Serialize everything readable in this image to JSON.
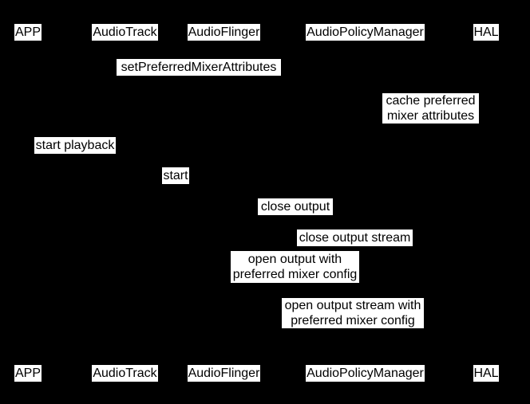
{
  "colors": {
    "background": "#000000",
    "label_background": "#ffffff",
    "label_text": "#000000"
  },
  "participants": [
    {
      "label": "APP"
    },
    {
      "label": "AudioTrack"
    },
    {
      "label": "AudioFlinger"
    },
    {
      "label": "AudioPolicyManager"
    },
    {
      "label": "HAL"
    }
  ],
  "messages": [
    {
      "label": "setPreferredMixerAttributes"
    },
    {
      "lines": [
        "cache preferred",
        "mixer attributes"
      ]
    },
    {
      "label": "start playback"
    },
    {
      "label": "start"
    },
    {
      "label": "close output"
    },
    {
      "label": "close output stream"
    },
    {
      "lines": [
        "open output with",
        "preferred mixer config"
      ]
    },
    {
      "lines": [
        "open output stream with",
        "preferred mixer config"
      ]
    }
  ]
}
